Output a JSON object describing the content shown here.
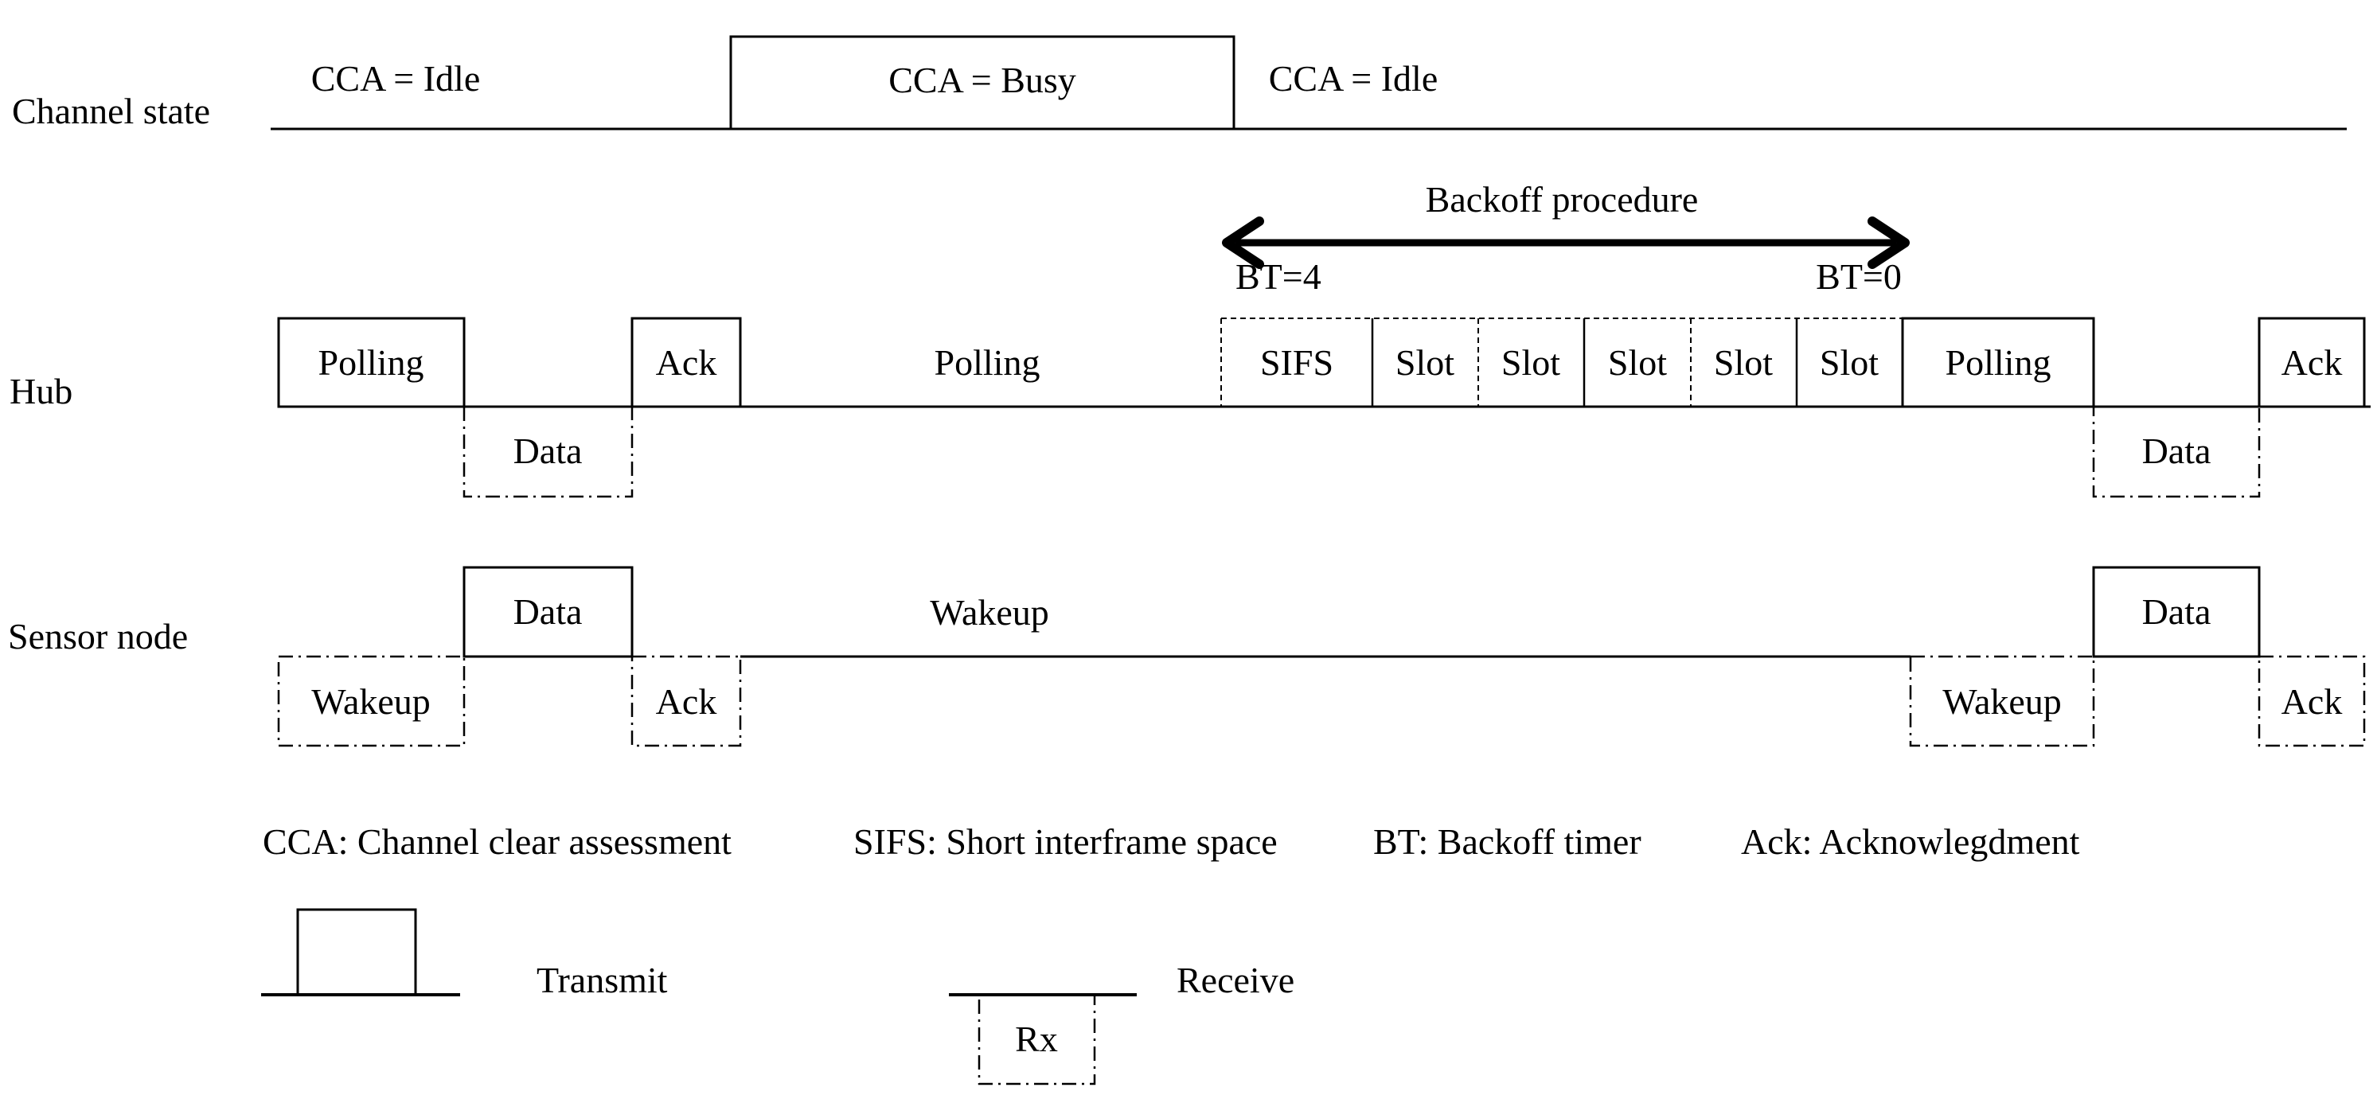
{
  "figure": {
    "type": "timing-diagram",
    "description_source": "MAC protocol timing diagram with channel state, hub and sensor node rows"
  },
  "channel": {
    "row_label": "Channel state",
    "idle1": "CCA = Idle",
    "busy": "CCA = Busy",
    "idle2": "CCA = Idle"
  },
  "backoff": {
    "title": "Backoff procedure",
    "bt_start": "BT=4",
    "bt_end": "BT=0"
  },
  "hub": {
    "row_label": "Hub",
    "polling1": "Polling",
    "data1": "Data",
    "ack1": "Ack",
    "polling2": "Polling",
    "sifs": "SIFS",
    "slots": [
      "Slot",
      "Slot",
      "Slot",
      "Slot",
      "Slot"
    ],
    "polling3": "Polling",
    "data2": "Data",
    "ack2": "Ack"
  },
  "sensor": {
    "row_label": "Sensor node",
    "wakeup1": "Wakeup",
    "data1": "Data",
    "ack1": "Ack",
    "wakeup_state": "Wakeup",
    "wakeup2": "Wakeup",
    "data2": "Data",
    "ack2": "Ack"
  },
  "legend": {
    "abbr_cca": "CCA: Channel clear assessment",
    "abbr_sifs": "SIFS: Short interframe space",
    "abbr_bt": "BT: Backoff timer",
    "abbr_ack": "Ack: Acknowlegdment",
    "transmit": "Transmit",
    "receive": "Receive",
    "rx": "Rx"
  },
  "colors": {
    "ink": "#000000",
    "background": "#ffffff"
  }
}
